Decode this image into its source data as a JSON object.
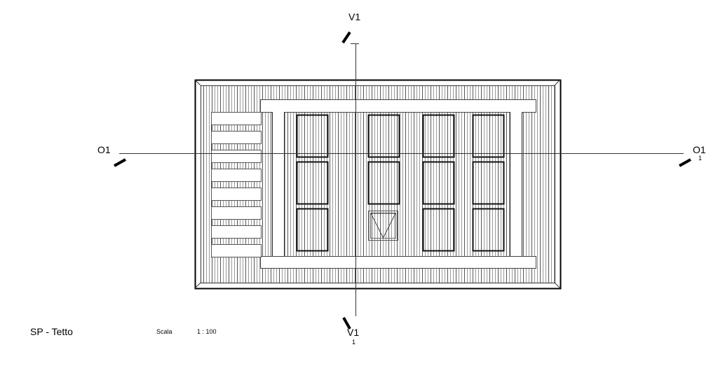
{
  "drawing": {
    "title": "SP - Tetto",
    "scale_label": "Scala",
    "scale_value": "1 : 100"
  },
  "sections": {
    "vertical_top": "V1",
    "vertical_bottom": "V1",
    "vertical_bottom_sub": "1",
    "horizontal_left": "O1",
    "horizontal_right": "O1",
    "horizontal_right_sub": "1"
  },
  "colors": {
    "line": "#000000",
    "hatch": "#7a7a7a"
  }
}
